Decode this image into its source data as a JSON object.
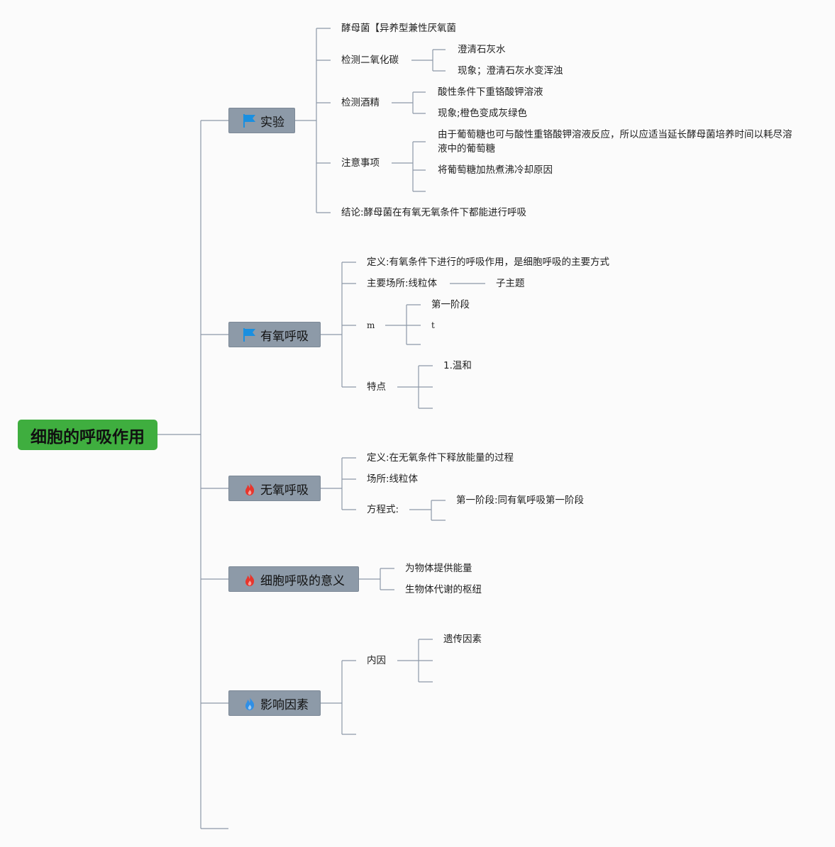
{
  "root": {
    "label": "细胞的呼吸作用"
  },
  "colors": {
    "root": "#3fae3f",
    "topic": "#8d9aa8",
    "line": "#8d98a8",
    "flag": "#1a8fe0",
    "fire_red": "#e8352b",
    "fire_blue": "#2f8fe6"
  },
  "topics": [
    {
      "label": "实验",
      "icon": "flag-icon"
    },
    {
      "label": "有氧呼吸",
      "icon": "flag-icon"
    },
    {
      "label": "无氧呼吸",
      "icon": "fire-red-icon"
    },
    {
      "label": "细胞呼吸的意义",
      "icon": "fire-red-icon"
    },
    {
      "label": "影响因素",
      "icon": "fire-blue-icon"
    }
  ],
  "experiment": {
    "yeast": "酵母菌【异养型兼性厌氧菌",
    "co2": {
      "label": "检测二氧化碳",
      "items": [
        "澄清石灰水",
        "现象；澄清石灰水变浑浊"
      ]
    },
    "alcohol": {
      "label": "检测酒精",
      "items": [
        "酸性条件下重铬酸钾溶液",
        "现象;橙色变成灰绿色"
      ]
    },
    "notes": {
      "label": "注意事项",
      "items": [
        "由于葡萄糖也可与酸性重铬酸钾溶液反应，所以应适当延长酵母菌培养时间以耗尽溶液中的葡萄糖",
        "将葡萄糖加热煮沸冷却原因"
      ]
    },
    "conclusion": "结论:酵母菌在有氧无氧条件下都能进行呼吸"
  },
  "aerobic": {
    "definition": "定义:有氧条件下进行的呼吸作用，是细胞呼吸的主要方式",
    "site": {
      "label": "主要场所:线粒体",
      "sub": "子主题"
    },
    "m": {
      "label": "m",
      "items": [
        "第一阶段",
        "t"
      ]
    },
    "features": {
      "label": "特点",
      "items": [
        "1.温和"
      ]
    }
  },
  "anaerobic": {
    "definition": "定义:在无氧条件下释放能量的过程",
    "site": "场所:线粒体",
    "equation": {
      "label": "方程式:",
      "items": [
        "第一阶段:同有氧呼吸第一阶段"
      ]
    }
  },
  "meaning": {
    "items": [
      "为物体提供能量",
      "生物体代谢的枢纽"
    ]
  },
  "factors": {
    "internal": {
      "label": "内因",
      "items": [
        "遗传因素"
      ]
    }
  }
}
